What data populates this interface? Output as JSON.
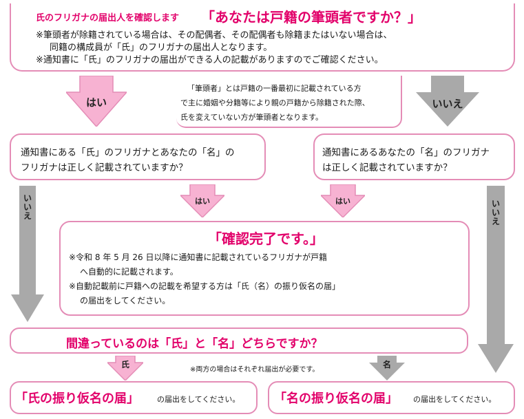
{
  "header": {
    "subtitle": "氏のフリガナの届出人を確認します",
    "question": "「あなたは戸籍の筆頭者ですか？」",
    "note1_line1": "※筆頭者が除籍されている場合は、その配偶者、その配偶者も除籍またはいない場合は、",
    "note1_line2": "同籍の構成員が「氏」のフリガナの届出人となります。",
    "note2": "※通知書に「氏」のフリガナの届出ができる人の記載がありますのでご確認ください。"
  },
  "definition": {
    "line1": "「筆頭者」とは戸籍の一番最初に記載されている方",
    "line2": "で主に婚姻や分籍等により親の戸籍から除籍された際、",
    "line3": "氏を変えていない方が筆頭者となります。"
  },
  "arrows": {
    "yes_top": "はい",
    "no_top": "いいえ",
    "yes_left_mid": "はい",
    "yes_right_mid": "はい",
    "no_left_side": "いいえ",
    "no_right_side": "いいえ",
    "surname": "氏",
    "given_name": "名"
  },
  "left_question": {
    "line1": "通知書にある「氏」のフリガナとあなたの「名」の",
    "line2": "フリガナは正しく記載されていますか？"
  },
  "right_question": {
    "line1": "通知書にあるあなたの「名」のフリガナ",
    "line2": "は正しく記載されていますか？"
  },
  "confirm": {
    "title": "「確認完了です。」",
    "note1_line1": "※令和 8 年 5 月 26 日以降に通知書に記載されているフリガナが戸籍",
    "note1_line2": "へ自動的に記載されます。",
    "note2_line1": "※自動記載前に戸籍への記載を希望する方は「氏（名）の振り仮名の届」",
    "note2_line2": "の届出をしてください。"
  },
  "which": {
    "question": "間違っているのは「氏」と「名」どちらですか？",
    "note": "※両方の場合はそれぞれ届出が必要です。"
  },
  "result_surname": {
    "form": "「氏の振り仮名の届」",
    "suffix": "の届出をしてください。"
  },
  "result_given": {
    "form": "「名の振り仮名の届」",
    "suffix": "の届出をしてください。"
  },
  "colors": {
    "border_pink": "#e48cb6",
    "accent_pink": "#e2006a",
    "yes_arrow": "#f7b2d2",
    "no_arrow": "#a9a9a9"
  }
}
